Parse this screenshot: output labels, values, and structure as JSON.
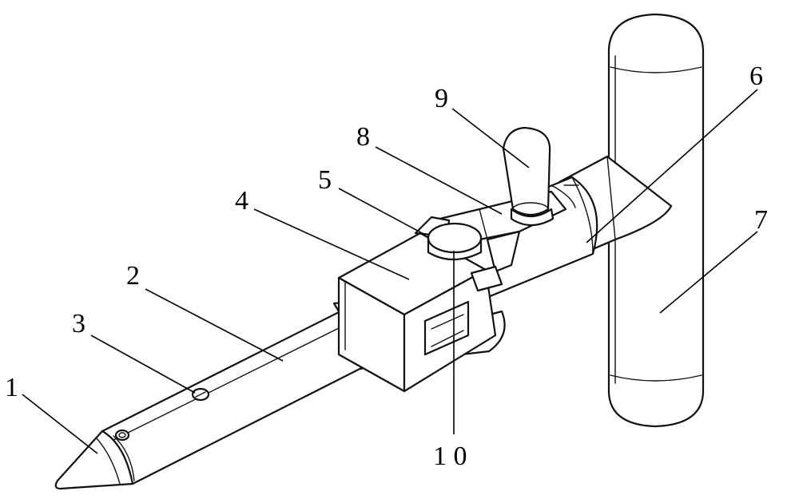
{
  "callouts": [
    {
      "id": "1",
      "label": "1"
    },
    {
      "id": "2",
      "label": "2"
    },
    {
      "id": "3",
      "label": "3"
    },
    {
      "id": "4",
      "label": "4"
    },
    {
      "id": "5",
      "label": "5"
    },
    {
      "id": "6",
      "label": "6"
    },
    {
      "id": "7",
      "label": "7"
    },
    {
      "id": "8",
      "label": "8"
    },
    {
      "id": "9",
      "label": "9"
    },
    {
      "id": "10",
      "label": "1 0"
    }
  ]
}
